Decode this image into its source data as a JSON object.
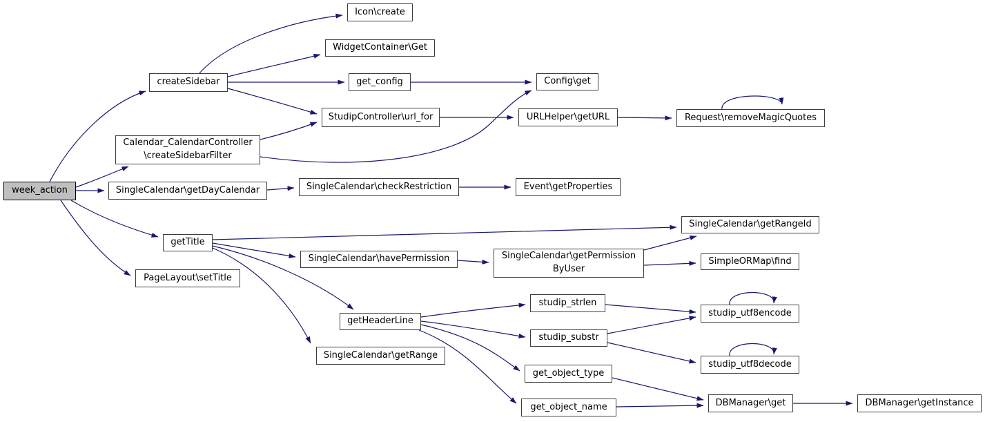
{
  "graph": {
    "type": "call-graph",
    "root": "week_action",
    "colors": {
      "edge": "#191970",
      "node_border": "#3d3d3d",
      "node_fill": "#ffffff",
      "root_fill": "#bfbfbf",
      "text": "#000000",
      "background": "#ffffff"
    },
    "nodes": [
      {
        "id": "week_action",
        "label": "week_action",
        "highlighted": true
      },
      {
        "id": "createSidebar",
        "label": "createSidebar"
      },
      {
        "id": "createSidebarFilter",
        "label": "Calendar_CalendarController\n\\createSidebarFilter"
      },
      {
        "id": "icon_create",
        "label": "Icon\\create"
      },
      {
        "id": "widgetcontainer_get",
        "label": "WidgetContainer\\Get"
      },
      {
        "id": "get_config",
        "label": "get_config"
      },
      {
        "id": "config_get",
        "label": "Config\\get"
      },
      {
        "id": "url_for",
        "label": "StudipController\\url_for"
      },
      {
        "id": "urlhelper_geturl",
        "label": "URLHelper\\getURL"
      },
      {
        "id": "request_removemagicquotes",
        "label": "Request\\removeMagicQuotes"
      },
      {
        "id": "getdaycalendar",
        "label": "SingleCalendar\\getDayCalendar"
      },
      {
        "id": "checkrestriction",
        "label": "SingleCalendar\\checkRestriction"
      },
      {
        "id": "event_getproperties",
        "label": "Event\\getProperties"
      },
      {
        "id": "getrangeid",
        "label": "SingleCalendar\\getRangeId"
      },
      {
        "id": "gettitle",
        "label": "getTitle"
      },
      {
        "id": "havepermission",
        "label": "SingleCalendar\\havePermission"
      },
      {
        "id": "getpermissionbyuser",
        "label": "SingleCalendar\\getPermission\nByUser"
      },
      {
        "id": "simpleormap_find",
        "label": "SimpleORMap\\find"
      },
      {
        "id": "pagelayout_settitle",
        "label": "PageLayout\\setTitle"
      },
      {
        "id": "getheaderline",
        "label": "getHeaderLine"
      },
      {
        "id": "getrange",
        "label": "SingleCalendar\\getRange"
      },
      {
        "id": "studip_strlen",
        "label": "studip_strlen"
      },
      {
        "id": "studip_substr",
        "label": "studip_substr"
      },
      {
        "id": "studip_utf8encode",
        "label": "studip_utf8encode"
      },
      {
        "id": "studip_utf8decode",
        "label": "studip_utf8decode"
      },
      {
        "id": "get_object_type",
        "label": "get_object_type"
      },
      {
        "id": "get_object_name",
        "label": "get_object_name"
      },
      {
        "id": "dbmanager_get",
        "label": "DBManager\\get"
      },
      {
        "id": "dbmanager_getinstance",
        "label": "DBManager\\getInstance"
      }
    ],
    "edges": [
      {
        "from": "week_action",
        "to": "createSidebar"
      },
      {
        "from": "week_action",
        "to": "createSidebarFilter"
      },
      {
        "from": "week_action",
        "to": "getdaycalendar"
      },
      {
        "from": "week_action",
        "to": "gettitle"
      },
      {
        "from": "week_action",
        "to": "pagelayout_settitle"
      },
      {
        "from": "createSidebar",
        "to": "icon_create"
      },
      {
        "from": "createSidebar",
        "to": "widgetcontainer_get"
      },
      {
        "from": "createSidebar",
        "to": "get_config"
      },
      {
        "from": "createSidebar",
        "to": "url_for"
      },
      {
        "from": "createSidebarFilter",
        "to": "url_for"
      },
      {
        "from": "createSidebarFilter",
        "to": "config_get"
      },
      {
        "from": "get_config",
        "to": "config_get"
      },
      {
        "from": "url_for",
        "to": "urlhelper_geturl"
      },
      {
        "from": "urlhelper_geturl",
        "to": "request_removemagicquotes"
      },
      {
        "from": "request_removemagicquotes",
        "to": "request_removemagicquotes"
      },
      {
        "from": "getdaycalendar",
        "to": "checkrestriction"
      },
      {
        "from": "checkrestriction",
        "to": "event_getproperties"
      },
      {
        "from": "gettitle",
        "to": "getrangeid"
      },
      {
        "from": "gettitle",
        "to": "havepermission"
      },
      {
        "from": "gettitle",
        "to": "getheaderline"
      },
      {
        "from": "gettitle",
        "to": "getrange"
      },
      {
        "from": "havepermission",
        "to": "getpermissionbyuser"
      },
      {
        "from": "getpermissionbyuser",
        "to": "getrangeid"
      },
      {
        "from": "getpermissionbyuser",
        "to": "simpleormap_find"
      },
      {
        "from": "getheaderline",
        "to": "studip_strlen"
      },
      {
        "from": "getheaderline",
        "to": "studip_substr"
      },
      {
        "from": "getheaderline",
        "to": "get_object_type"
      },
      {
        "from": "getheaderline",
        "to": "get_object_name"
      },
      {
        "from": "studip_strlen",
        "to": "studip_utf8encode"
      },
      {
        "from": "studip_substr",
        "to": "studip_utf8encode"
      },
      {
        "from": "studip_substr",
        "to": "studip_utf8decode"
      },
      {
        "from": "studip_utf8encode",
        "to": "studip_utf8encode"
      },
      {
        "from": "studip_utf8decode",
        "to": "studip_utf8decode"
      },
      {
        "from": "get_object_type",
        "to": "dbmanager_get"
      },
      {
        "from": "get_object_name",
        "to": "dbmanager_get"
      },
      {
        "from": "dbmanager_get",
        "to": "dbmanager_getinstance"
      }
    ]
  }
}
